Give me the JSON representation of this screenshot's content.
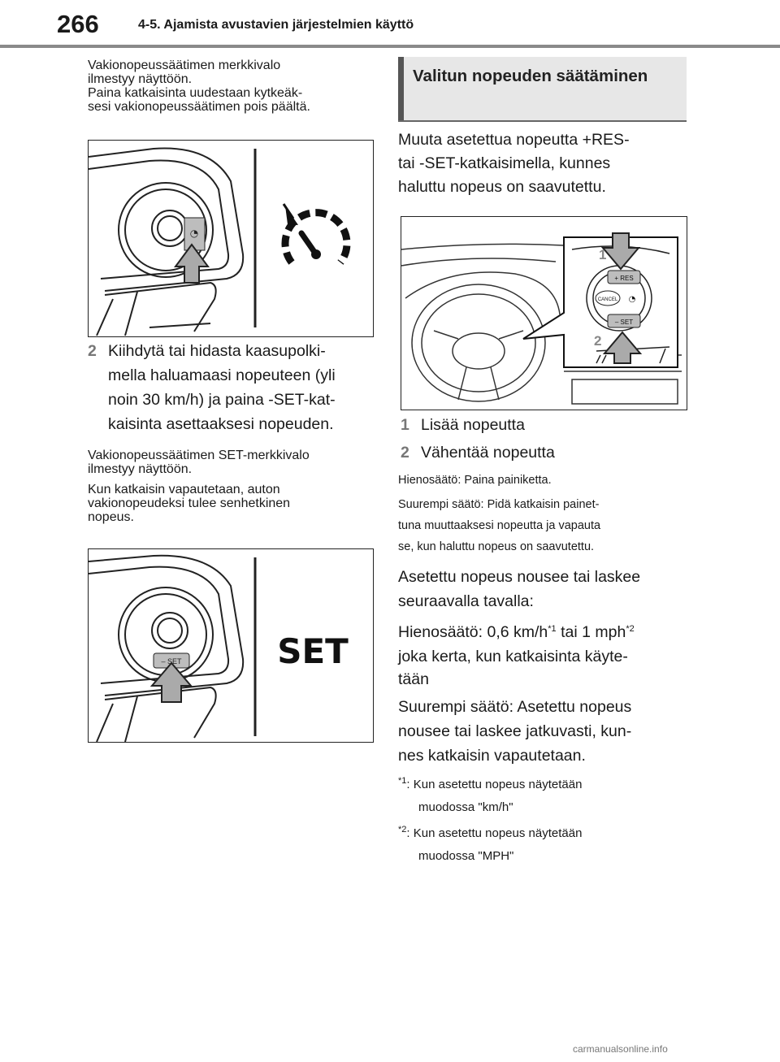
{
  "header": {
    "page_number": "266",
    "section_title": "4-5. Ajamista avustavien järjestelmien käyttö"
  },
  "left": {
    "intro_lines": [
      "Vakionopeussäätimen merkkivalo",
      "ilmestyy näyttöön.",
      "Paina katkaisinta uudestaan kytkeäk-",
      "sesi vakionopeussäätimen pois päältä."
    ],
    "step2": {
      "number": "2",
      "lines": [
        "Kiihdytä tai hidasta kaasupolki-",
        "mella haluamaasi nopeuteen (yli",
        "noin 30 km/h) ja paina -SET-kat-",
        "kaisinta asettaaksesi nopeuden."
      ]
    },
    "after_lines": [
      "Vakionopeussäätimen SET-merkkivalo",
      "ilmestyy näyttöön.",
      "Kun katkaisin vapautetaan, auton",
      "vakionopeudeksi tulee senhetkinen",
      "nopeus."
    ],
    "figure2_label": "SET",
    "figure2_switch_label": "– SET"
  },
  "right": {
    "heading": "Valitun nopeuden säätäminen",
    "intro_lines": [
      "Muuta asetettua nopeutta +RES-",
      "tai -SET-katkaisimella, kunnes",
      "haluttu nopeus on saavutettu."
    ],
    "figure": {
      "callout_1": "1",
      "callout_2": "2",
      "res_label": "+ RES",
      "cancel_label": "CANCEL",
      "set_label": "– SET"
    },
    "items": [
      {
        "number": "1",
        "text": "Lisää nopeutta"
      },
      {
        "number": "2",
        "text": "Vähentää nopeutta"
      }
    ],
    "notes": [
      "Hienosäätö: Paina painiketta.",
      "Suurempi säätö: Pidä katkaisin painet-",
      "tuna muuttaaksesi nopeutta ja vapauta",
      "se, kun haluttu nopeus on saavutettu."
    ],
    "body_lines": [
      "Asetettu nopeus nousee tai laskee",
      "seuraavalla tavalla:"
    ],
    "fine_line": {
      "prefix": "Hienosäätö: 0,6 km/h",
      "sup1": "*1",
      "middle": " tai 1 mph",
      "sup2": "*2"
    },
    "fine_lines_rest": [
      "joka kerta, kun katkaisinta käyte-",
      "tään"
    ],
    "coarse_lines": [
      "Suurempi säätö: Asetettu nopeus",
      "nousee tai laskee jatkuvasti, kun-",
      "nes katkaisin vapautetaan."
    ],
    "footnotes": [
      {
        "mark": "*1",
        "line1": ": Kun asetettu nopeus näytetään",
        "line2": "muodossa \"km/h\""
      },
      {
        "mark": "*2",
        "line1": ": Kun asetettu nopeus näytetään",
        "line2": "muodossa \"MPH\""
      }
    ]
  },
  "watermark": "carmanualsonline.info"
}
